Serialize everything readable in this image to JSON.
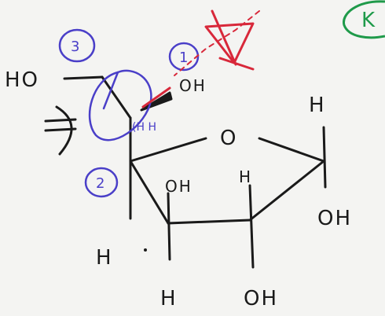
{
  "labels": {
    "ho_left": "HO",
    "oh_c1": "OH",
    "h_top_right": "H",
    "o_ring": "O",
    "oh_ring": "OH",
    "h_ring": "H",
    "oh_right": "OH",
    "h_left_low": "H",
    "h_bottom": "H",
    "oh_bottom": "OH",
    "h_blue_mark": "(H H"
  },
  "circled_numbers": {
    "one": "1",
    "two": "2",
    "three": "3"
  },
  "green_label": "K",
  "colors": {
    "ink": "#1a1a1a",
    "blue": "#4a3fc8",
    "red": "#d8283a",
    "green": "#1f9a4a",
    "paper": "#f4f4f2"
  }
}
